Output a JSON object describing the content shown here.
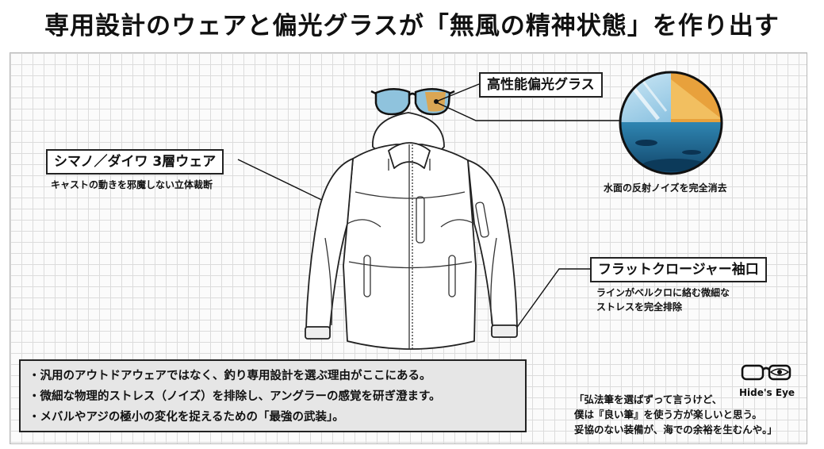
{
  "title": "専用設計のウェアと偏光グラスが「無風の精神状態」を作り出す",
  "labels": {
    "glasses": "高性能偏光グラス",
    "glasses_sub": "水面の反射ノイズを完全消去",
    "wear": "シマノ／ダイワ 3層ウェア",
    "wear_sub": "キャストの動きを邪魔しない立体裁断",
    "cuff": "フラットクロージャー袖口",
    "cuff_sub": [
      "ラインがベルクロに絡む微細な",
      "ストレスを完全排除"
    ]
  },
  "bullets": [
    "・汎用のアウトドアウェアではなく、釣り専用設計を選ぶ理由がここにある。",
    "・微細な物理的ストレス（ノイズ）を排除し、アングラーの感覚を研ぎ澄ます。",
    "・メバルやアジの極小の変化を捉えるための「最強の武装」。"
  ],
  "brand": "Hide's Eye",
  "quote": [
    "「弘法筆を選ばずって言うけど、",
    "僕は『良い筆』を使う方が楽しいと思う。",
    "妥協のない装備が、海での余裕を生むんや。」"
  ],
  "colors": {
    "lens_blue": "#8fc3dd",
    "lens_orange": "#e8a13c",
    "sea_deep": "#1d5f86",
    "sky_blue": "#7fbfe0"
  },
  "icons": [
    "glasses-icon",
    "jacket-illustration",
    "water-view-icon",
    "brand-glasses-icon"
  ]
}
